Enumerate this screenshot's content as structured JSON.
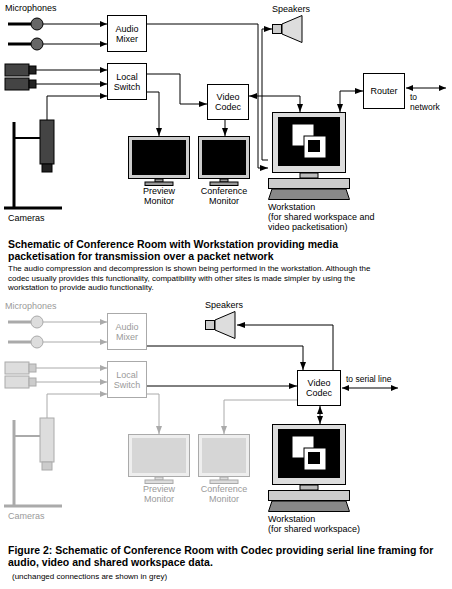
{
  "diagram": {
    "title": "Schematic of Conference Room with Workstation providing media packetisation for transmission over a packet network",
    "caption": "Figure 2: Schematic of Conference Room with Codec providing serial line framing for audio, video and shared workspace data.",
    "nodes": [
      {
        "text": [
          "Audio Mixer"
        ]
      },
      {
        "text": [
          "Local Switch"
        ]
      },
      {
        "text": [
          "Video Codec"
        ]
      },
      {
        "text": [
          "Preview Monitor"
        ]
      },
      {
        "text": [
          "Conference Monitor"
        ]
      },
      {
        "text": [
          "Speakers"
        ]
      },
      {
        "text": [
          "Router"
        ]
      },
      {
        "text": [
          "Workstation",
          "(for shared workspace and video packetisation)"
        ]
      },
      {
        "text": [
          "Audio Mixer"
        ]
      },
      {
        "text": [
          "Local Switch"
        ]
      },
      {
        "text": [
          "Preview Monitor"
        ]
      },
      {
        "text": [
          "Conference Monitor"
        ]
      },
      {
        "text": [
          "Speakers"
        ]
      },
      {
        "text": [
          "Video Codec"
        ]
      },
      {
        "text": [
          "Workstation",
          "(for shared workspace)"
        ]
      }
    ],
    "edges": [
      {
        "from": 0,
        "to": 7,
        "arrow": "to"
      },
      {
        "from": 7,
        "to": 5,
        "arrow": "to"
      },
      {
        "from": 1,
        "to": 3,
        "arrow": "to"
      },
      {
        "from": 1,
        "to": 2,
        "arrow": "to"
      },
      {
        "from": 2,
        "to": 4,
        "arrow": "to"
      },
      {
        "from": 2,
        "to": 7,
        "arrow": "both"
      },
      {
        "from": 7,
        "to": 6,
        "arrow": "both"
      },
      {
        "from": 8,
        "to": 13,
        "arrow": "to"
      },
      {
        "from": 9,
        "to": 13,
        "arrow": "to"
      },
      {
        "from": 9,
        "to": 10,
        "arrow": "to"
      },
      {
        "from": 13,
        "to": 11,
        "arrow": "to"
      },
      {
        "from": 13,
        "to": 12,
        "arrow": "to"
      },
      {
        "from": 13,
        "to": 14,
        "arrow": "both"
      }
    ],
    "labels": [
      "Microphones",
      "Cameras",
      "to network",
      "The audio compression and decompression is shown being performed in the workstation. Although the codec usually provides this functionality, compatibility with other sites is made simpler by using the workstation to provide audio functionality.",
      "Microphones",
      "Cameras",
      "to serial line",
      "(unchanged connections are shown in grey)"
    ]
  }
}
